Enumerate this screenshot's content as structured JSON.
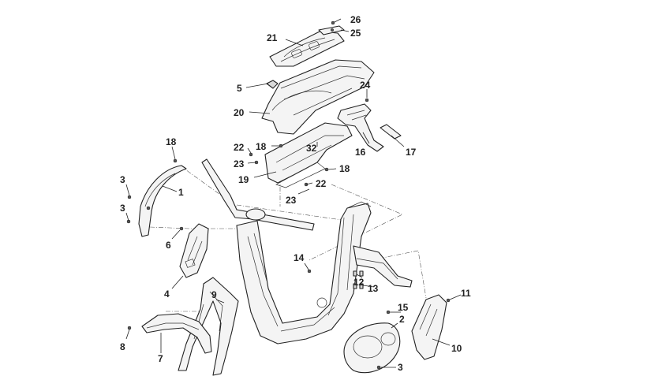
{
  "callouts": [
    {
      "id": "c26",
      "label": "26"
    },
    {
      "id": "c25",
      "label": "25"
    },
    {
      "id": "c21",
      "label": "21"
    },
    {
      "id": "c5",
      "label": "5"
    },
    {
      "id": "c24",
      "label": "24"
    },
    {
      "id": "c20",
      "label": "20"
    },
    {
      "id": "c18a",
      "label": "18"
    },
    {
      "id": "c22a",
      "label": "22"
    },
    {
      "id": "c32",
      "label": "32"
    },
    {
      "id": "c16",
      "label": "16"
    },
    {
      "id": "c17",
      "label": "17"
    },
    {
      "id": "c23a",
      "label": "23"
    },
    {
      "id": "c19",
      "label": "19"
    },
    {
      "id": "c18b",
      "label": "18"
    },
    {
      "id": "c22b",
      "label": "22"
    },
    {
      "id": "c23b",
      "label": "23"
    },
    {
      "id": "c18c",
      "label": "18"
    },
    {
      "id": "c3a",
      "label": "3"
    },
    {
      "id": "c1",
      "label": "1"
    },
    {
      "id": "c3b",
      "label": "3"
    },
    {
      "id": "c6",
      "label": "6"
    },
    {
      "id": "c14",
      "label": "14"
    },
    {
      "id": "c4",
      "label": "4"
    },
    {
      "id": "c12",
      "label": "12"
    },
    {
      "id": "c13",
      "label": "13"
    },
    {
      "id": "c9",
      "label": "9"
    },
    {
      "id": "c11",
      "label": "11"
    },
    {
      "id": "c15",
      "label": "15"
    },
    {
      "id": "c2",
      "label": "2"
    },
    {
      "id": "c8",
      "label": "8"
    },
    {
      "id": "c10",
      "label": "10"
    },
    {
      "id": "c7",
      "label": "7"
    },
    {
      "id": "c3c",
      "label": "3"
    }
  ]
}
